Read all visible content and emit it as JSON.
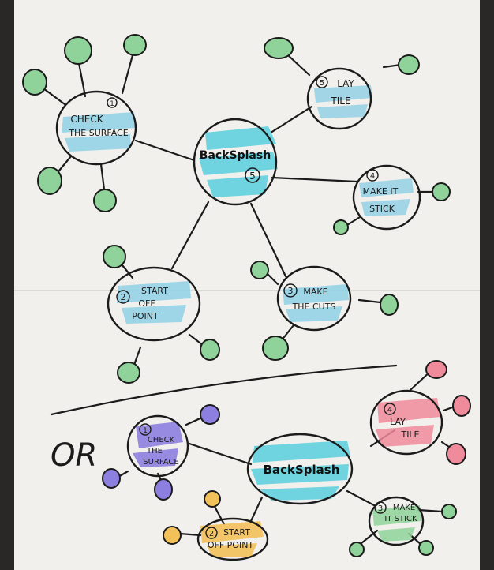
{
  "colors": {
    "background": "#2a2727",
    "paper": "#f1f0ec",
    "ink": "#1b1b1b",
    "blue": "#6fd3e0",
    "green": "#8fd39a",
    "purple": "#8d7fe0",
    "pink": "#f08b9c",
    "orange": "#f2c15a"
  },
  "top_map": {
    "center": {
      "label": "BackSplash",
      "count": "5"
    },
    "nodes": {
      "check": {
        "number": "1",
        "line1": "CHECK",
        "line2": "THE SURFACE"
      },
      "lay": {
        "number": "5",
        "line1": "LAY",
        "line2": "TILE"
      },
      "stick": {
        "number": "4",
        "line1": "MAKE IT",
        "line2": "STICK"
      },
      "start": {
        "number": "2",
        "line1": "START",
        "line2": "OFF",
        "line3": "POINT"
      },
      "cuts": {
        "number": "3",
        "line1": "MAKE",
        "line2": "THE CUTS"
      }
    }
  },
  "separator": {
    "label": "OR"
  },
  "bottom_map": {
    "center": {
      "label": "BackSplash"
    },
    "nodes": {
      "check": {
        "number": "1",
        "line1": "CHECK",
        "line2": "THE",
        "line3": "SURFACE"
      },
      "lay": {
        "number": "4",
        "line1": "LAY",
        "line2": "TILE"
      },
      "start": {
        "number": "2",
        "line1": "START",
        "line2": "OFF POINT"
      },
      "stick": {
        "number": "3",
        "line1": "MAKE",
        "line2": "IT STICK"
      }
    }
  }
}
